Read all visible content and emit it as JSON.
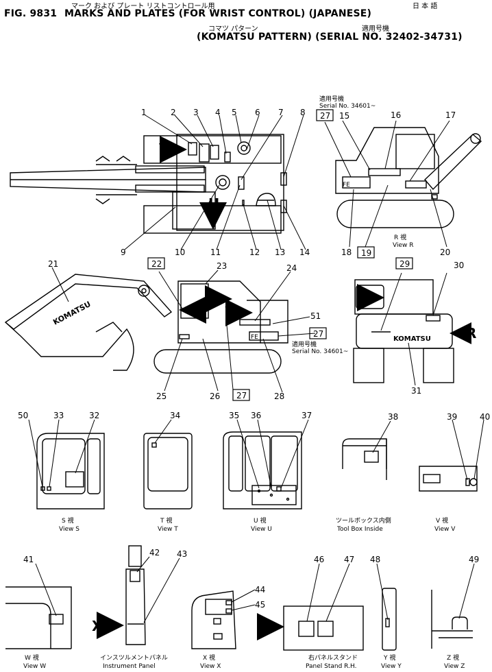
{
  "header": {
    "fig_label": "FIG. 9831",
    "title": "MARKS AND PLATES (FOR WRIST CONTROL) (JAPANESE)",
    "title_kana": "マーク および プレート リストコントロール用",
    "title_kana_lang": "日 本 語",
    "subtitle": "(KOMATSU PATTERN) (SERIAL NO. 32402-34731)",
    "subtitle_kana_left": "コマツ パターン",
    "subtitle_kana_right": "適用号機"
  },
  "serial_notes": [
    {
      "jp": "適用号機",
      "en": "Serial No. 34601~"
    },
    {
      "jp": "適用号機",
      "en": "Serial No. 34601~"
    }
  ],
  "view_letters": {
    "S": "S",
    "T": "T",
    "U": "U",
    "V": "V",
    "W": "W",
    "X": "X",
    "Y": "Y",
    "Z": "Z",
    "R": "R"
  },
  "brand": "KOMATSU",
  "callouts": [
    "1",
    "2",
    "3",
    "4",
    "5",
    "6",
    "7",
    "8",
    "9",
    "10",
    "11",
    "12",
    "13",
    "14",
    "15",
    "16",
    "17",
    "18",
    "19",
    "20",
    "21",
    "22",
    "23",
    "24",
    "25",
    "26",
    "27",
    "28",
    "29",
    "30",
    "31",
    "32",
    "33",
    "34",
    "35",
    "36",
    "37",
    "38",
    "39",
    "40",
    "41",
    "42",
    "43",
    "44",
    "45",
    "46",
    "47",
    "48",
    "49",
    "50",
    "51"
  ],
  "boxed_callouts": [
    "19",
    "22",
    "27",
    "29"
  ],
  "views": {
    "R": {
      "jp": "R 視",
      "en": "View R"
    },
    "S": {
      "jp": "S 視",
      "en": "View S"
    },
    "T": {
      "jp": "T 視",
      "en": "View T"
    },
    "U": {
      "jp": "U 視",
      "en": "View U"
    },
    "V": {
      "jp": "V 視",
      "en": "View V"
    },
    "W": {
      "jp": "W 視",
      "en": "View W"
    },
    "X": {
      "jp": "X 視",
      "en": "View X"
    },
    "Y": {
      "jp": "Y 視",
      "en": "View Y"
    },
    "Z": {
      "jp": "Z 視",
      "en": "View Z"
    },
    "tool_box": {
      "jp": "ツールボックス内側",
      "en": "Tool Box Inside"
    },
    "instrument": {
      "jp": "インスツルメントパネル",
      "en": "Instrument Panel"
    },
    "panel_stand": {
      "jp": "右パネルスタンド",
      "en": "Panel Stand R.H."
    }
  },
  "colors": {
    "ink": "#000000",
    "paper": "#ffffff"
  }
}
